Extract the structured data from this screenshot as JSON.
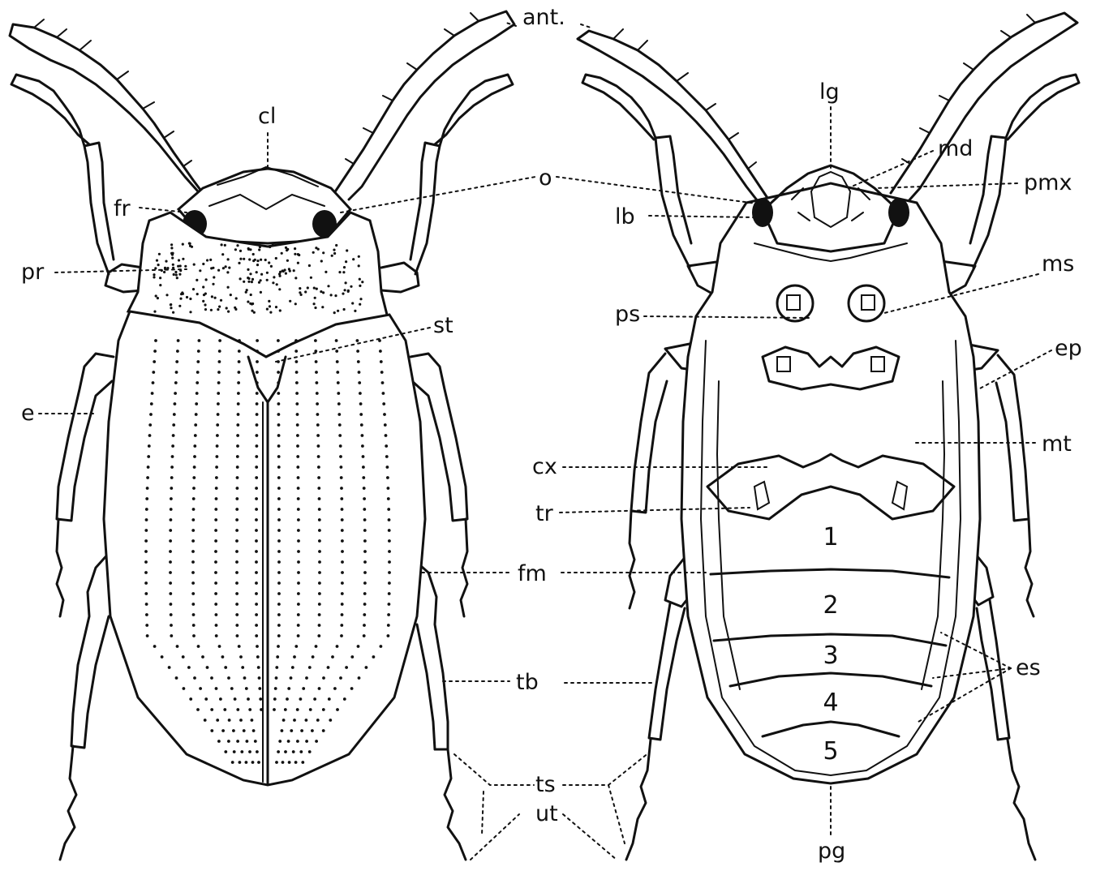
{
  "labels": {
    "ant": "ant.",
    "cl": "cl",
    "fr": "fr",
    "o": "o",
    "pr": "pr",
    "st": "st",
    "e": "e",
    "fm": "fm",
    "tb": "tb",
    "ts": "ts",
    "ut": "ut",
    "lg": "lg",
    "md": "md",
    "pmx": "pmx",
    "lb": "lb",
    "ms": "ms",
    "ps": "ps",
    "ep": "ep",
    "mt": "mt",
    "cx": "cx",
    "tr": "tr",
    "es": "es",
    "pg": "pg"
  },
  "segments": [
    "1",
    "2",
    "3",
    "4",
    "5"
  ]
}
